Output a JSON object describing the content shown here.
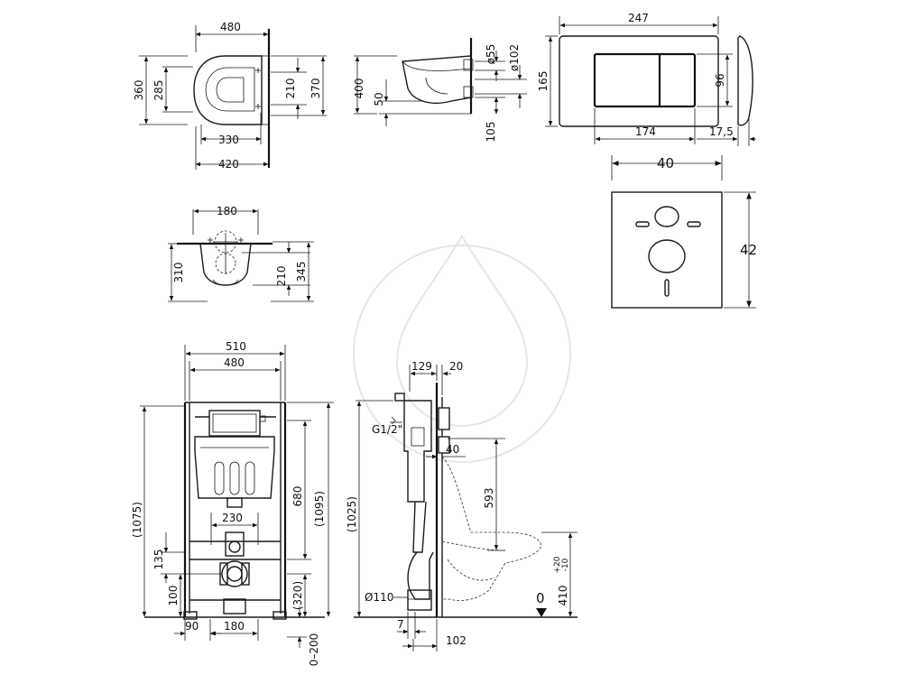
{
  "top_view": {
    "w480": "480",
    "h360": "360",
    "h285": "285",
    "h210": "210",
    "h370": "370",
    "w330": "330",
    "w420": "420"
  },
  "side_view": {
    "h400": "400",
    "h50": "50",
    "d55": "ø55",
    "d102": "ø102",
    "h105": "105"
  },
  "flush_plate": {
    "w247": "247",
    "h165": "165",
    "h96": "96",
    "w174": "174",
    "d17_5": "17,5"
  },
  "front_bowl": {
    "w180": "180",
    "h310": "310",
    "h210": "210",
    "h345": "345"
  },
  "sound_pad": {
    "w40": "40",
    "h42": "42"
  },
  "frame_front": {
    "w510": "510",
    "w480": "480",
    "h1075": "(1075)",
    "h680": "680",
    "h1095": "(1095)",
    "w230": "230",
    "h135": "135",
    "h100": "100",
    "h320": "(320)",
    "w90": "90",
    "w180": "180",
    "h0_200": "0–200"
  },
  "frame_side": {
    "w129": "129",
    "w20": "20",
    "g12": "G1/2\"",
    "w40": "40",
    "h1025": "(1025)",
    "h593": "593",
    "d110": "Ø110",
    "zero": "0",
    "h410": "410",
    "tol_plus": "+20",
    "tol_minus": "-10",
    "w7": "7",
    "w102": "102"
  }
}
